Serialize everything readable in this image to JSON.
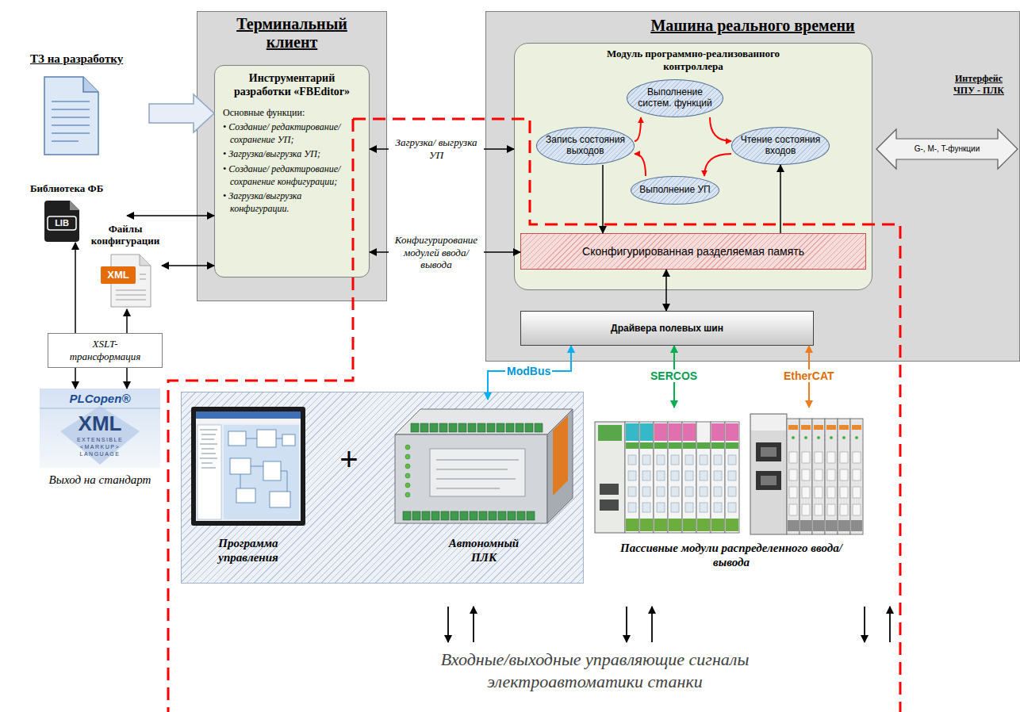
{
  "diagram": {
    "nodes": [
      {
        "text": [
          "ТЗ на разработку"
        ]
      },
      {
        "text": [
          "Терминальный клиент"
        ]
      },
      {
        "text": [
          "Инструментарий разработки «FBEditor»",
          "Основные функции:",
          "• Создание/ редактирование/ сохранение УП;",
          "• Загрузка/выгрузка УП;",
          "• Создание/ редактирование/ сохранение конфигурации;",
          "• Загрузка/выгрузка конфигурации."
        ],
        "in": 1
      },
      {
        "text": [
          "Машина реального времени"
        ]
      },
      {
        "text": [
          "Модуль программно-реализованного контроллера"
        ],
        "in": 3
      },
      {
        "text": [
          "Выполнение систем. функций"
        ],
        "in": 4
      },
      {
        "text": [
          "Запись состояния выходов"
        ],
        "in": 4
      },
      {
        "text": [
          "Чтение состояния входов"
        ],
        "in": 4
      },
      {
        "text": [
          "Выполнение УП"
        ],
        "in": 4
      },
      {
        "text": [
          "Сконфигурированная разделяемая память"
        ],
        "in": 4
      },
      {
        "text": [
          "Драйвера полевых шин"
        ],
        "in": 3
      },
      {
        "text": [
          "Интерфейс ЧПУ - ПЛК",
          "G-, M-, T-функции"
        ],
        "in": 3
      },
      {
        "text": [
          "Библиотека ФБ",
          "LIB"
        ]
      },
      {
        "text": [
          "Файлы конфигурации",
          "XML"
        ]
      },
      {
        "text": [
          "XSLT-трансформация"
        ]
      },
      {
        "text": [
          "PLCopen®",
          "XML",
          "EXTENSIBLE",
          "<MARKUP>",
          "LANGUAGE",
          "Выход на стандарт"
        ]
      },
      {
        "text": [
          "+"
        ]
      },
      {
        "text": [
          "Программа управления"
        ],
        "in": 16
      },
      {
        "text": [
          "Автономный ПЛК"
        ],
        "in": 16
      },
      {
        "text": [
          "Пассивные модули распределенного ввода/вывода"
        ]
      }
    ],
    "edges": [
      {
        "from": 0,
        "to": 2,
        "arrow": "to"
      },
      {
        "from": 2,
        "to": 4,
        "label": "Загрузка/ выгрузка УП",
        "arrow": "both"
      },
      {
        "from": 2,
        "to": 9,
        "label": "Конфигурирование модулей ввода/вывода",
        "arrow": "both"
      },
      {
        "from": 12,
        "to": 2,
        "arrow": "both"
      },
      {
        "from": 13,
        "to": 2,
        "arrow": "both"
      },
      {
        "from": 14,
        "to": 12,
        "arrow": "to"
      },
      {
        "from": 14,
        "to": 13,
        "arrow": "to"
      },
      {
        "from": 14,
        "to": 15,
        "arrow": "to"
      },
      {
        "from": 14,
        "to": 15,
        "arrow": "to"
      },
      {
        "from": 5,
        "to": 7,
        "arrow": "to"
      },
      {
        "from": 7,
        "to": 8,
        "arrow": "to"
      },
      {
        "from": 8,
        "to": 6,
        "arrow": "to"
      },
      {
        "from": 6,
        "to": 5,
        "arrow": "to"
      },
      {
        "from": 6,
        "to": 9,
        "arrow": "to"
      },
      {
        "from": 9,
        "to": 7,
        "arrow": "to"
      },
      {
        "from": 9,
        "to": 10,
        "arrow": "both"
      },
      {
        "from": 10,
        "to": 18,
        "label": "ModBus",
        "arrow": "both"
      },
      {
        "from": 10,
        "to": 19,
        "label": "SERCOS",
        "arrow": "both"
      },
      {
        "from": 10,
        "to": 19,
        "label": "EtherCAT",
        "arrow": "both"
      }
    ],
    "labels": [
      "Входные/выходные управляющие сигналы электроавтоматики станки"
    ]
  }
}
